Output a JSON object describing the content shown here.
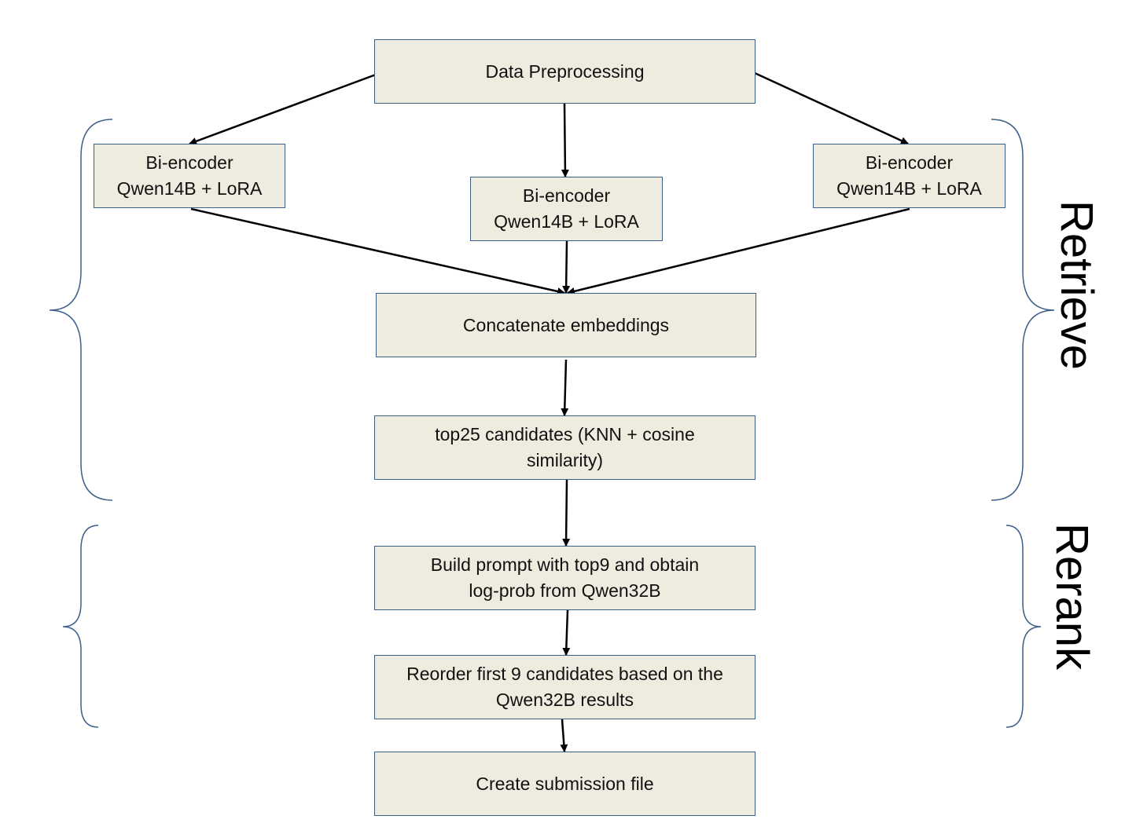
{
  "colors": {
    "box_fill": "#eeecdf",
    "box_border": "#3c5f8a",
    "brace": "#3c5f8a",
    "arrow": "#000000"
  },
  "nodes": {
    "preprocess": {
      "lines": [
        "Data Preprocessing"
      ]
    },
    "biencoder_left": {
      "lines": [
        "Bi-encoder",
        "Qwen14B + LoRA"
      ]
    },
    "biencoder_mid": {
      "lines": [
        "Bi-encoder",
        "Qwen14B + LoRA"
      ]
    },
    "biencoder_right": {
      "lines": [
        "Bi-encoder",
        "Qwen14B + LoRA"
      ]
    },
    "concat": {
      "lines": [
        "Concatenate embeddings"
      ]
    },
    "top25": {
      "lines": [
        "top25 candidates (KNN + cosine",
        "similarity)"
      ]
    },
    "prompt": {
      "lines": [
        "Build prompt with top9 and obtain",
        "log-prob from Qwen32B"
      ]
    },
    "reorder": {
      "lines": [
        "Reorder first 9 candidates based on the",
        "Qwen32B results"
      ]
    },
    "submission": {
      "lines": [
        "Create submission file"
      ]
    }
  },
  "stages": {
    "retrieve": "Retrieve",
    "rerank": "Rerank"
  }
}
